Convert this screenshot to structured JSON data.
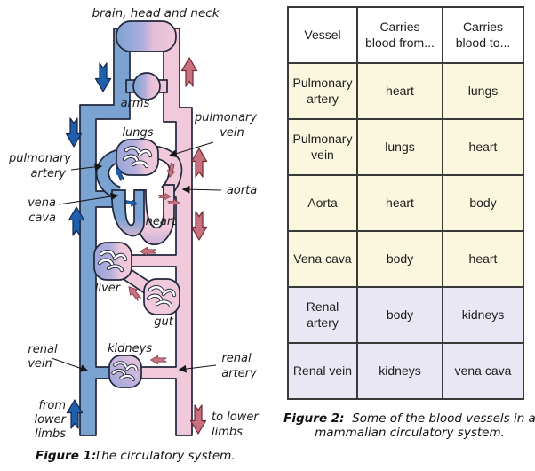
{
  "colors": {
    "vessel-blue": "#7ba3d2",
    "vessel-pink": "#f0c9da",
    "capillary-lavender": "#9aa6d8",
    "arrow-blue": "#1e5fae",
    "arrow-rose": "#c9707f",
    "outline-dark": "#20263c",
    "table-cream": "#fbf7df",
    "table-lavender": "#e8e7f3",
    "table-border": "#3a3a3a",
    "text": "#1a1a1a"
  },
  "figure1": {
    "labels": {
      "brain": "brain, head and neck",
      "arms": "arms",
      "lungs": "lungs",
      "heart": "heart",
      "liver": "liver",
      "gut": "gut",
      "kidneys": "kidneys",
      "aorta": "aorta",
      "pulmonary_artery": [
        "pulmonary",
        "artery"
      ],
      "pulmonary_vein": [
        "pulmonary",
        "vein"
      ],
      "vena_cava": [
        "vena",
        "cava"
      ],
      "renal_vein": [
        "renal",
        "vein"
      ],
      "renal_artery": [
        "renal",
        "artery"
      ],
      "from_lower_limbs": [
        "from",
        "lower",
        "limbs"
      ],
      "to_lower_limbs": [
        "to lower",
        "limbs"
      ]
    },
    "caption": {
      "label": "Figure 1:",
      "text": "The circulatory system."
    }
  },
  "figure2": {
    "table": {
      "headers": [
        "Vessel",
        "Carries blood from...",
        "Carries blood to..."
      ],
      "rows": [
        {
          "vessel": "Pulmonary artery",
          "from": "heart",
          "to": "lungs"
        },
        {
          "vessel": "Pulmonary vein",
          "from": "lungs",
          "to": "heart"
        },
        {
          "vessel": "Aorta",
          "from": "heart",
          "to": "body"
        },
        {
          "vessel": "Vena cava",
          "from": "body",
          "to": "heart"
        },
        {
          "vessel": "Renal artery",
          "from": "body",
          "to": "kidneys"
        },
        {
          "vessel": "Renal vein",
          "from": "kidneys",
          "to": "vena cava"
        }
      ]
    },
    "caption": {
      "label": "Figure 2:",
      "text": "Some of the blood vessels in a mammalian circulatory system."
    }
  }
}
